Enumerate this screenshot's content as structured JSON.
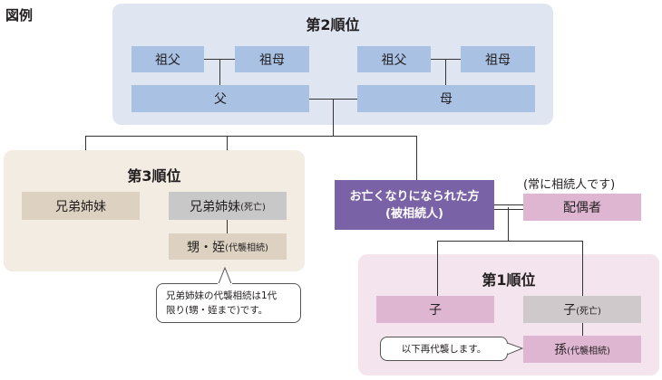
{
  "legend_title": "図例",
  "rank2": {
    "title": "第2順位",
    "left_grandfather": "祖父",
    "left_grandmother": "祖母",
    "right_grandfather": "祖父",
    "right_grandmother": "祖母",
    "father": "父",
    "mother": "母"
  },
  "rank3": {
    "title": "第3順位",
    "sibling": "兄弟姉妹",
    "sibling_deceased": "兄弟姉妹",
    "sibling_deceased_note": "(死亡)",
    "nephew_niece": "甥・姪",
    "nephew_niece_note": "(代襲相続)"
  },
  "deceased": {
    "line1": "お亡くなりになられた方",
    "line2": "(被相続人)"
  },
  "spouse": {
    "label": "配偶者",
    "note": "(常に相続人です)"
  },
  "rank1": {
    "title": "第1順位",
    "child": "子",
    "child_deceased": "子",
    "child_deceased_note": "(死亡)",
    "grandchild": "孫",
    "grandchild_note": "(代襲相続)"
  },
  "callouts": {
    "sibling_line1": "兄弟姉妹の代襲相続は1代",
    "sibling_line2": "限り(甥・姪まで)です。",
    "grandchild": "以下再代襲します。"
  },
  "colors": {
    "deceased_box": "#7a62a6",
    "rank2_panel": "#dfe6f2",
    "rank3_panel": "#f2ece3",
    "rank1_panel": "#f3e4ee"
  }
}
